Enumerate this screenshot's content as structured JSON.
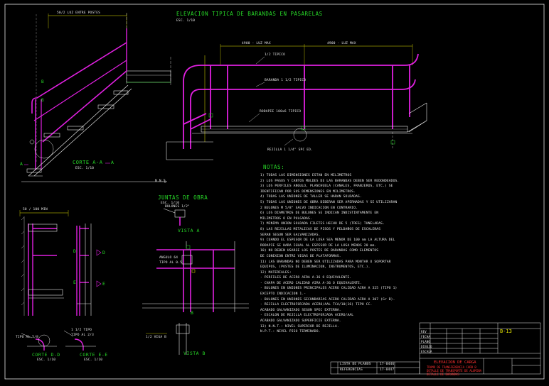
{
  "titles": {
    "elevation": "ELEVACION TIPICA DE BARANDAS EN PASARELAS",
    "elevation_scale": "ESC. 1/10",
    "corte_aa": "CORTE A-A",
    "corte_aa_scale": "ESC. 1/10",
    "juntas": "JUNTAS DE OBRA",
    "juntas_scale": "ESC. 1/10",
    "vista_a": "VISTA A",
    "vista_b": "VISTA B",
    "corte_dd": "CORTE D-D",
    "corte_dd_scale": "ESC. 1/10",
    "corte_ee": "CORTE E-E",
    "corte_ee_scale": "ESC. 1/10"
  },
  "labels": {
    "a_left": "A",
    "a_right": "A",
    "d_left": "D",
    "d_right": "D",
    "e_left": "E",
    "e_right": "E",
    "b_marker": "B",
    "nat": "N.N.T."
  },
  "notes_title": "NOTAS:",
  "notes": [
    "1) TODAS LAS DIMENSIONES ESTAN EN MILIMETROS",
    "2) LOS PASOS Y CANTOS MOLDES DE LAS BARANDAS DEBEN SER REDONDEADOS.",
    "3) LOS PERFILES ANGULO, PLANCHUELA (CANALES, FRANJEROS, ETC.) SE",
    "   IDENTIFICAN POR SUS DIMENSIONES EN MILIMETROS.",
    "4) TODAS LAS UNIONES DE TALLER SE HARAN SOLDADAS.",
    "5) TODAS LAS UNIONES DE OBRA DEBERAN SER APERNADAS Y SE UTILIZARAN",
    "   2 BULONES M 5/8\" SALVO INDICACION EN CONTRARIO.",
    "6) LOS DIAMETROS DE BULONES SE INDICAN INDISTINTAMENTE EN",
    "   MILIMETROS O EN PULGADAS.",
    "7) MINIMA UNION SOLDADA FILETES HECHO DE 5 (TRES) TUNELADAS.",
    "8) LAS REJILLAS METALICAS DE PISOS Y PELDAÑOS DE ESCALERAS",
    "   SERAN SEGUN SER GALVANIZADAS.",
    "9) CUANDO EL ESPESOR DE LA LOSA SEA MENOR DE 100 mm LA ALTURA DEL",
    "   RODAPIE SE HARA IGUAL AL ESPESOR DE LA LOSA MENOS 20 mm.",
    "10) NO DEBEN USARSE LOS POSTES DE BARANDAS COMO ELEMENTOS",
    "    DE CONEXION ENTRE VIGAS DE PLATAFORMAS.",
    "11) LAS BARANDAS NO DEBEN SER UTILIZADAS PARA MONTAR O SOPORTAR",
    "    EQUIPOS, (POSTES DE ILUMINACION, INSTRUMENTOS, ETC.).",
    "12) MATERIALES:",
    "  - PERFILES DE ACERO AIRA A-36 O EQUIVALENTE.",
    "  - CHAPA DE ACERO CALIDAD AIRA A-36 O EQUIVALENTE.",
    "  - BULONES EN UNIONES PRINCIPALES ACERO CALIDAD AIRA A 325 (TIPO 1)",
    "    EXCEPTO INDICACION 1.-",
    "  - BULONES EN UNIONES SECUNDARIAS ACERO CALIDAD AIRA A 307 (Gr B).",
    "  - REJILLA ELECTROFORJADA ACERO/AAL TCA/10(16) TIPO CC.",
    "    ACABADO GALVANIZADO SEGUN SPEC EXTERNA.",
    "  - ESCALON DE REJILLA ELECTROFORJADA ACERO/AAL",
    "    ACABADO GALVANIZADO SUPERFICIE EXTERNA.",
    "13) N.N.T.: NIVEL SUPERIOR DE REJILLA.",
    "    N.P.T.: NIVEL PISO TERMINADO."
  ],
  "dimension_labels": {
    "left_top": "50/2 LUZ ENTRE POSTES",
    "elev_left": "4900 - LUZ MAX",
    "elev_right": "4900 - LUZ MAX",
    "post_label": "1/2 TIPICO",
    "rail_label": "BARANDA 1 1/2 TIPICO",
    "toe_label": "RODAPIE 100x6 TIPICO",
    "base_label": "REJILLA 1 1/4\" SPC ED.",
    "vista_a_ref": "BULONES 1/2\"",
    "vista_b_ref": "1/2 VIGA B",
    "juntas_ref1": "ANGULO 64",
    "juntas_ref2": "TIPO AL 0.5",
    "dd_dims": "50 / 100 MIN",
    "dd_ref": "TIPO AL 5/8",
    "ee_ref": "1 1/2 TIPO",
    "ee_ref2": "TIPO AL 2/3"
  },
  "title_block": {
    "project_red": "ELEVACION DE CARGA",
    "subtitle_red1": "TRAMO DE TRANSFERENCIA CARB B",
    "subtitle_red2": "DETALLE DE TRANSPORTE DE ALUMINA",
    "subtitle_red3": "DETALLE DE BARANDAS",
    "sheet_no": "B-13",
    "row_labels": [
      "REV",
      "FECHA",
      "PLANO",
      "DIBUJO",
      "ESCALA"
    ],
    "bottom_left": [
      "LISTA DE PLANOS",
      "REFERENCIAS"
    ],
    "bottom_codes": [
      "17-0446",
      "17-0447"
    ]
  },
  "colors": {
    "background": "#000000",
    "structure_magenta": "#e020e0",
    "detail_white": "#e8e8e8",
    "title_green": "#27d627",
    "dimension_yellow": "#e6e600",
    "titleblock_red": "#ff3030"
  }
}
